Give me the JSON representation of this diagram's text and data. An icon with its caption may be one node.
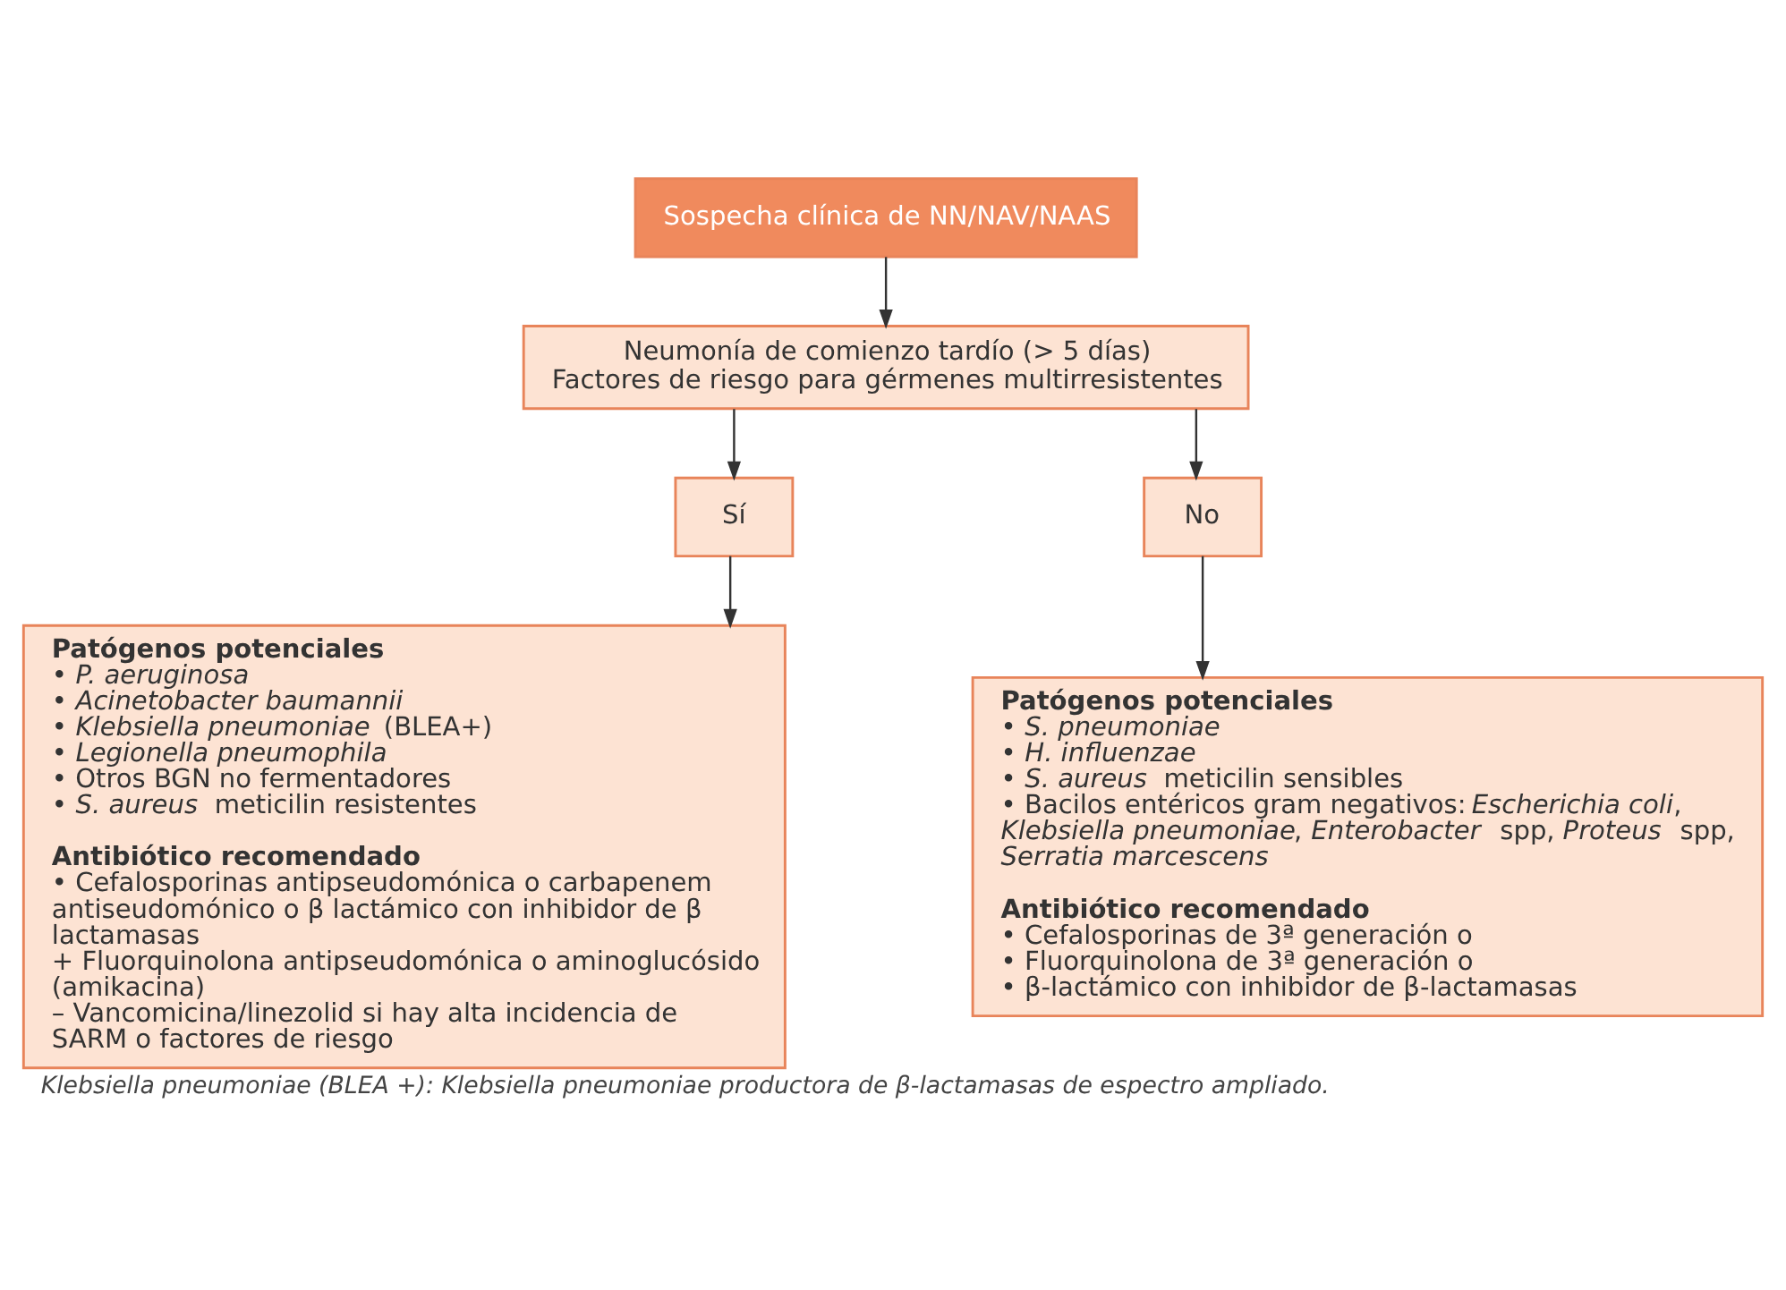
{
  "diagram": {
    "caption": "Klebsiella pneumoniae (BLEA +): Klebsiella pneumoniae productora de β-lactamasas de espectro ampliado.",
    "nodes": [
      {
        "text": [
          "Sospecha clínica de NN/NAV/NAAS"
        ]
      },
      {
        "text": [
          "Neumonía de comienzo tardío (> 5 días)",
          "Factores de riesgo para gérmenes multirresistentes"
        ]
      },
      {
        "text": [
          "Sí"
        ]
      },
      {
        "text": [
          "No"
        ]
      },
      {
        "text": [
          "Patógenos potenciales",
          "• *P. aeruginosa*",
          "• *Acinetobacter baumannii*",
          "• *Klebsiella pneumoniae* (BLEA+)",
          "• *Legionella pneumophila*",
          "• Otros BGN no fermentadores",
          "• *S. aureus* meticilin resistentes",
          "Antibiótico recomendado",
          "• Cefalosporinas antipseudomónica o carbapenem antiseudomónico o β lactámico con inhibidor de β lactamasas",
          "+ Fluorquinolona antipseudomónica o aminoglucósido (amikacina)",
          "– Vancomicina/linezolid si hay alta incidencia de SARM o factores de riesgo"
        ]
      },
      {
        "text": [
          "Patógenos potenciales",
          "• *S. pneumoniae*",
          "• *H. influenzae*",
          "• *S. aureus* meticilin sensibles",
          "• Bacilos entéricos gram negativos: *Escherichia coli*, *Klebsiella pneumoniae*, *Enterobacter* spp, *Proteus* spp, *Serratia marcescens*",
          "Antibiótico recomendado",
          "• Cefalosporinas de 3ª generación o",
          "• Fluorquinolona de 3ª generación o",
          "• β-lactámico con inhibidor de β-lactamasas"
        ]
      }
    ],
    "edges": [
      {
        "from": 0,
        "to": 1,
        "arrow": "to"
      },
      {
        "from": 1,
        "to": 2,
        "arrow": "to"
      },
      {
        "from": 1,
        "to": 3,
        "arrow": "to"
      },
      {
        "from": 2,
        "to": 4,
        "arrow": "to"
      },
      {
        "from": 3,
        "to": 5,
        "arrow": "to"
      }
    ]
  }
}
